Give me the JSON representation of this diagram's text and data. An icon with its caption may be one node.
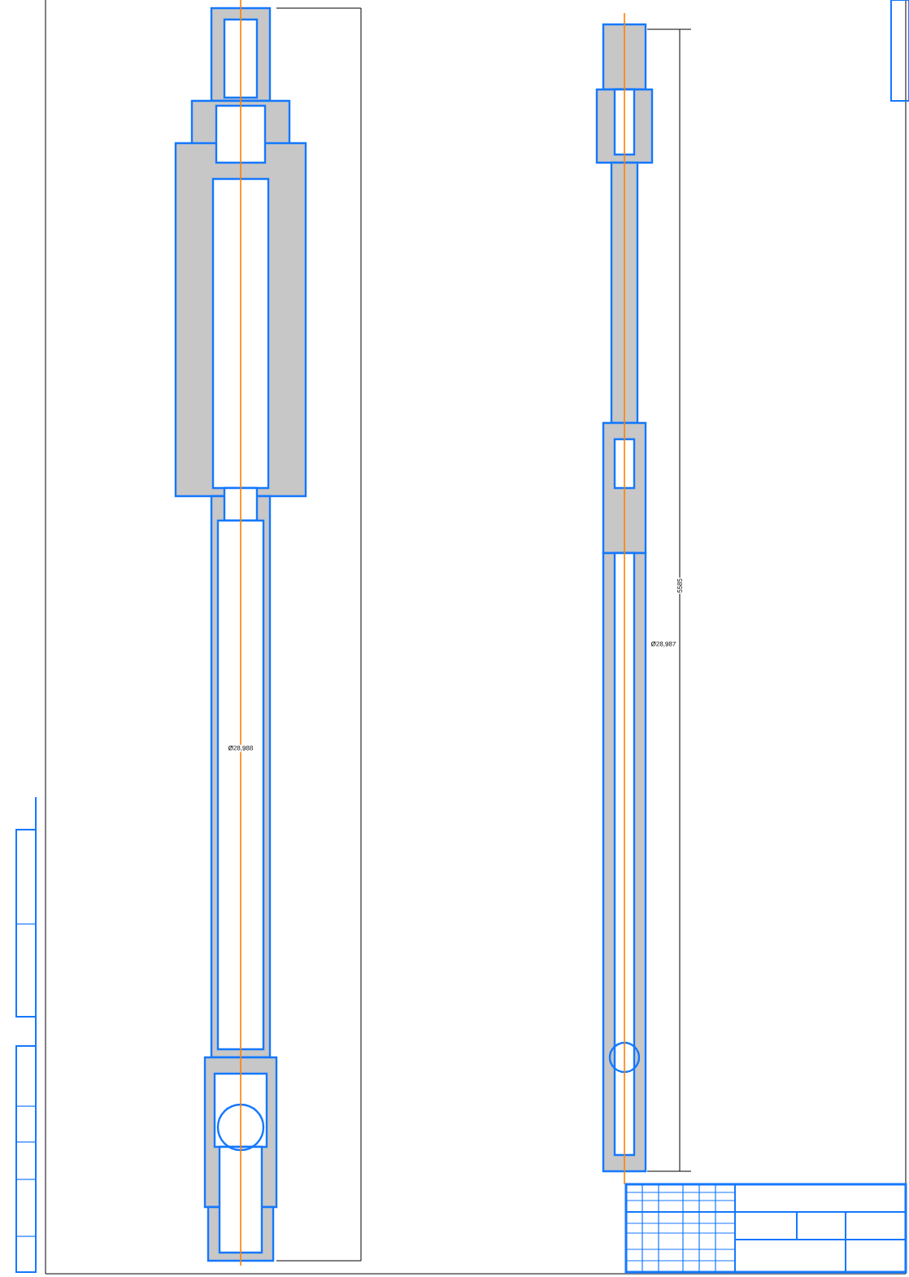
{
  "diagram": {
    "labels": [
      "Ø28,988",
      "Ø28,987",
      "5585"
    ]
  }
}
